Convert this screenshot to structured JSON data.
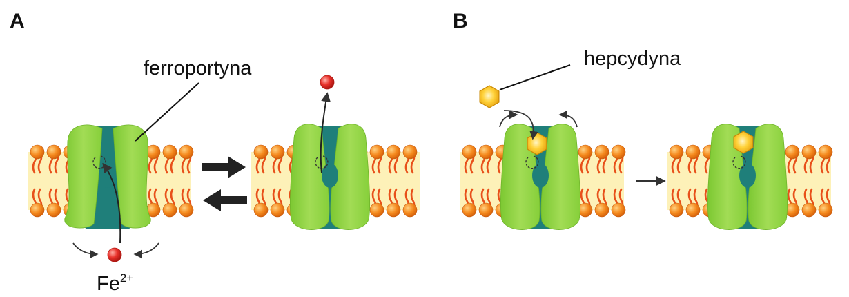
{
  "panels": {
    "a": {
      "letter": "A",
      "protein_label": "ferroportyna",
      "ion_label_base": "Fe",
      "ion_label_charge": "2+"
    },
    "b": {
      "letter": "B",
      "hormone_label": "hepcydyna"
    }
  },
  "colors": {
    "protein_green": "#8cd23c",
    "channel_teal": "#1f7f7a",
    "lipid_head": "#f07a1a",
    "lipid_tail": "#e8501a",
    "membrane_core": "#fdf1b8",
    "iron_red": "#e8302a",
    "hepcidin_gold": "#f5b820"
  },
  "icons": {
    "iron_ion": "red-sphere-icon",
    "hepcidin": "gold-hexagon-icon",
    "lipid": "phospholipid-icon"
  }
}
